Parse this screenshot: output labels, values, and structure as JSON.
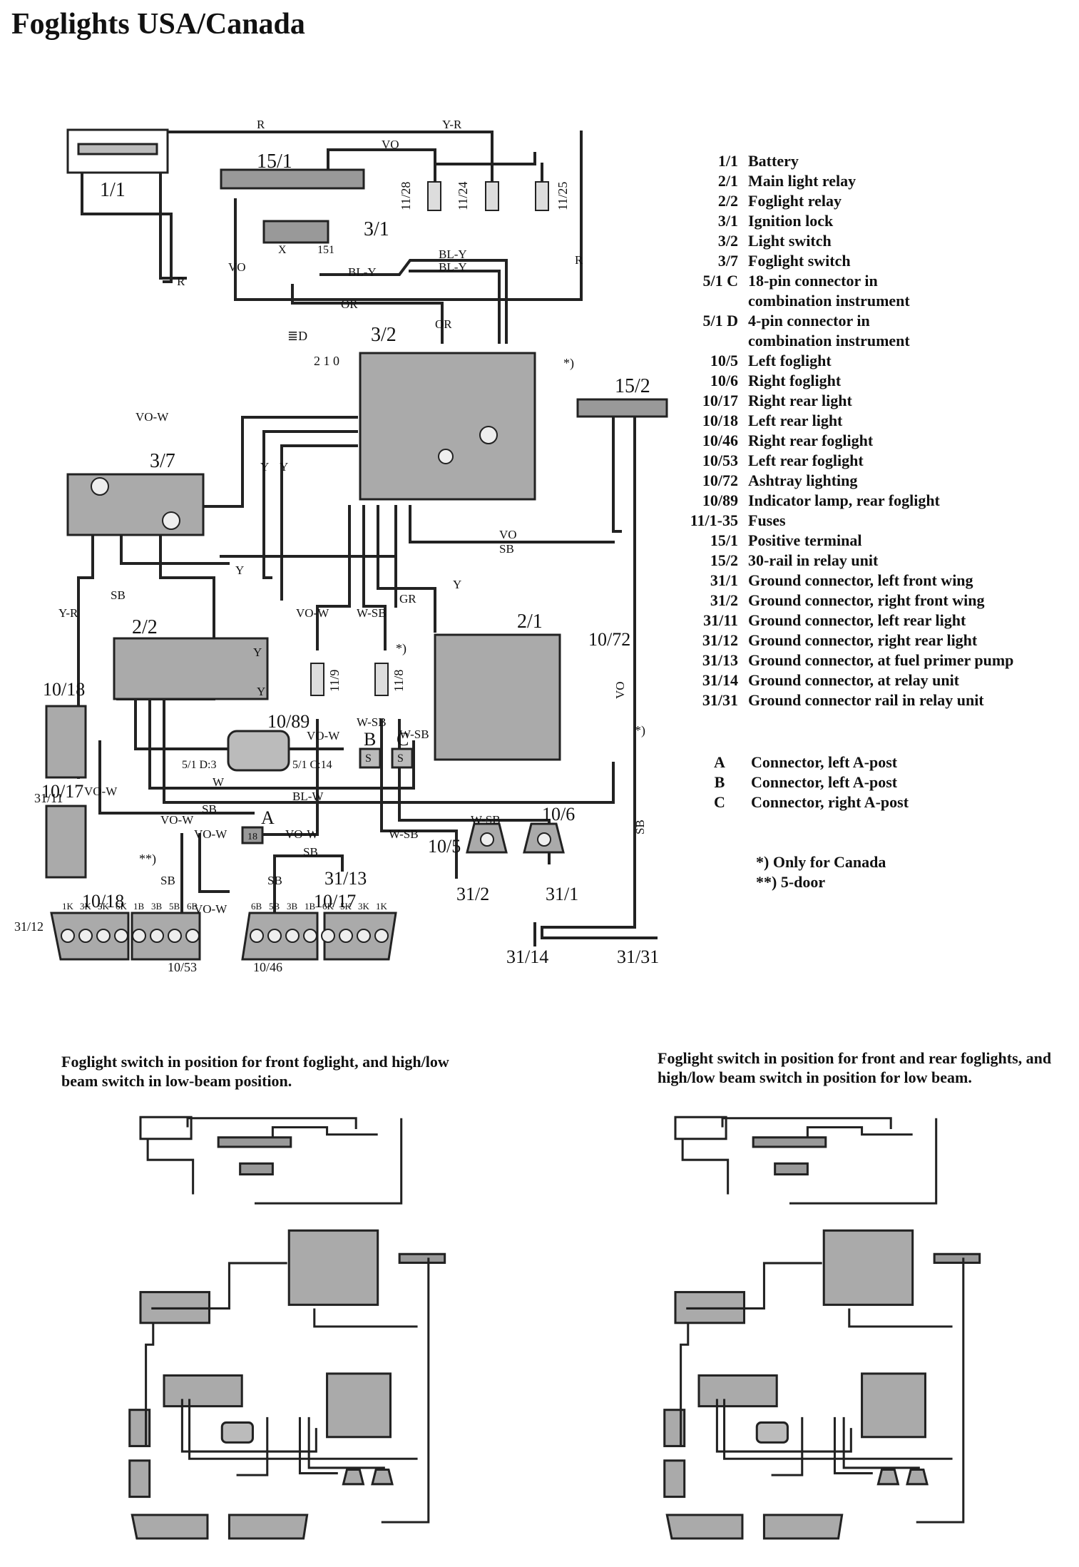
{
  "title": "Foglights USA/Canada",
  "legend": [
    {
      "code": "1/1",
      "desc": "Battery"
    },
    {
      "code": "2/1",
      "desc": "Main light relay"
    },
    {
      "code": "2/2",
      "desc": "Foglight relay"
    },
    {
      "code": "3/1",
      "desc": "Ignition lock"
    },
    {
      "code": "3/2",
      "desc": "Light switch"
    },
    {
      "code": "3/7",
      "desc": "Foglight switch"
    },
    {
      "code": "5/1 C",
      "desc": "18-pin connector in"
    },
    {
      "code": "",
      "desc": "combination instrument"
    },
    {
      "code": "5/1 D",
      "desc": "4-pin connector in"
    },
    {
      "code": "",
      "desc": "combination instrument"
    },
    {
      "code": "10/5",
      "desc": "Left foglight"
    },
    {
      "code": "10/6",
      "desc": "Right foglight"
    },
    {
      "code": "10/17",
      "desc": "Right rear light"
    },
    {
      "code": "10/18",
      "desc": "Left rear light"
    },
    {
      "code": "10/46",
      "desc": "Right rear foglight"
    },
    {
      "code": "10/53",
      "desc": "Left rear foglight"
    },
    {
      "code": "10/72",
      "desc": "Ashtray lighting"
    },
    {
      "code": "10/89",
      "desc": "Indicator lamp, rear foglight"
    },
    {
      "code": "11/1-35",
      "desc": "Fuses"
    },
    {
      "code": "15/1",
      "desc": "Positive terminal"
    },
    {
      "code": "15/2",
      "desc": "30-rail in relay unit"
    },
    {
      "code": "31/1",
      "desc": "Ground connector, left front wing"
    },
    {
      "code": "31/2",
      "desc": "Ground connector, right front wing"
    },
    {
      "code": "31/11",
      "desc": "Ground connector, left rear light"
    },
    {
      "code": "31/12",
      "desc": "Ground connector, right rear light"
    },
    {
      "code": "31/13",
      "desc": "Ground connector, at fuel primer pump"
    },
    {
      "code": "31/14",
      "desc": "Ground connector, at relay unit"
    },
    {
      "code": "31/31",
      "desc": "Ground connector rail in relay unit"
    }
  ],
  "connectors": [
    {
      "code": "A",
      "desc": "Connector, left A-post"
    },
    {
      "code": "B",
      "desc": "Connector, left A-post"
    },
    {
      "code": "C",
      "desc": "Connector, right A-post"
    }
  ],
  "notes": [
    "*) Only for Canada",
    "**) 5-door"
  ],
  "captions": {
    "left": "Foglight switch in position for front foglight, and high/low beam switch in low-beam position.",
    "right": "Foglight switch in position for front and rear foglights, and high/low beam switch in position for low beam."
  },
  "diagram": {
    "components": {
      "battery": "1/1",
      "pos_terminal": "15/1",
      "ign_lock": "3/1",
      "light_switch": "3/2",
      "rail": "15/2",
      "fog_switch": "3/7",
      "fog_relay": "2/2",
      "main_relay": "2/1",
      "ashtray": "10/72",
      "indicator": "10/89",
      "rear_left": "10/18",
      "rear_right": "10/17",
      "rear_fog_left": "10/53",
      "rear_fog_right": "10/46",
      "front_fog_left": "10/5",
      "front_fog_right": "10/6",
      "fuse_a": "11/28",
      "fuse_b": "11/24",
      "fuse_c": "11/25",
      "fuse_d": "11/9",
      "fuse_e": "11/8",
      "gnd_lfw": "31/2",
      "gnd_rfw": "31/1",
      "gnd_lr": "31/11",
      "gnd_rr": "31/12",
      "gnd_fuel": "31/13",
      "gnd_relay": "31/14",
      "gnd_rail": "31/31"
    },
    "wire_labels": {
      "r": "R",
      "yr": "Y-R",
      "vo": "VO",
      "bly": "BL-Y",
      "or": "OR",
      "vow": "VO-W",
      "y": "Y",
      "sb": "SB",
      "gr": "GR",
      "wsb": "W-SB",
      "w": "W",
      "blw": "BL-W"
    },
    "connector_letters": [
      "A",
      "B",
      "C"
    ],
    "pins": {
      "c5a": "5/1 D:3",
      "c5b": "5/1 C:14",
      "n18": "18",
      "s": "S",
      "x": "X",
      "n151": "151",
      "sw_pos": "2 1 0",
      "beam": "≣D"
    },
    "rear_labels": {
      "left": [
        "1K",
        "3K",
        "5K",
        "6K",
        "1B",
        "3B",
        "5B",
        "6B"
      ],
      "right": [
        "6B",
        "5B",
        "3B",
        "1B",
        "6K",
        "5K",
        "3K",
        "1K"
      ]
    },
    "notes": {
      "canada": "*)",
      "door5": "**)"
    }
  }
}
